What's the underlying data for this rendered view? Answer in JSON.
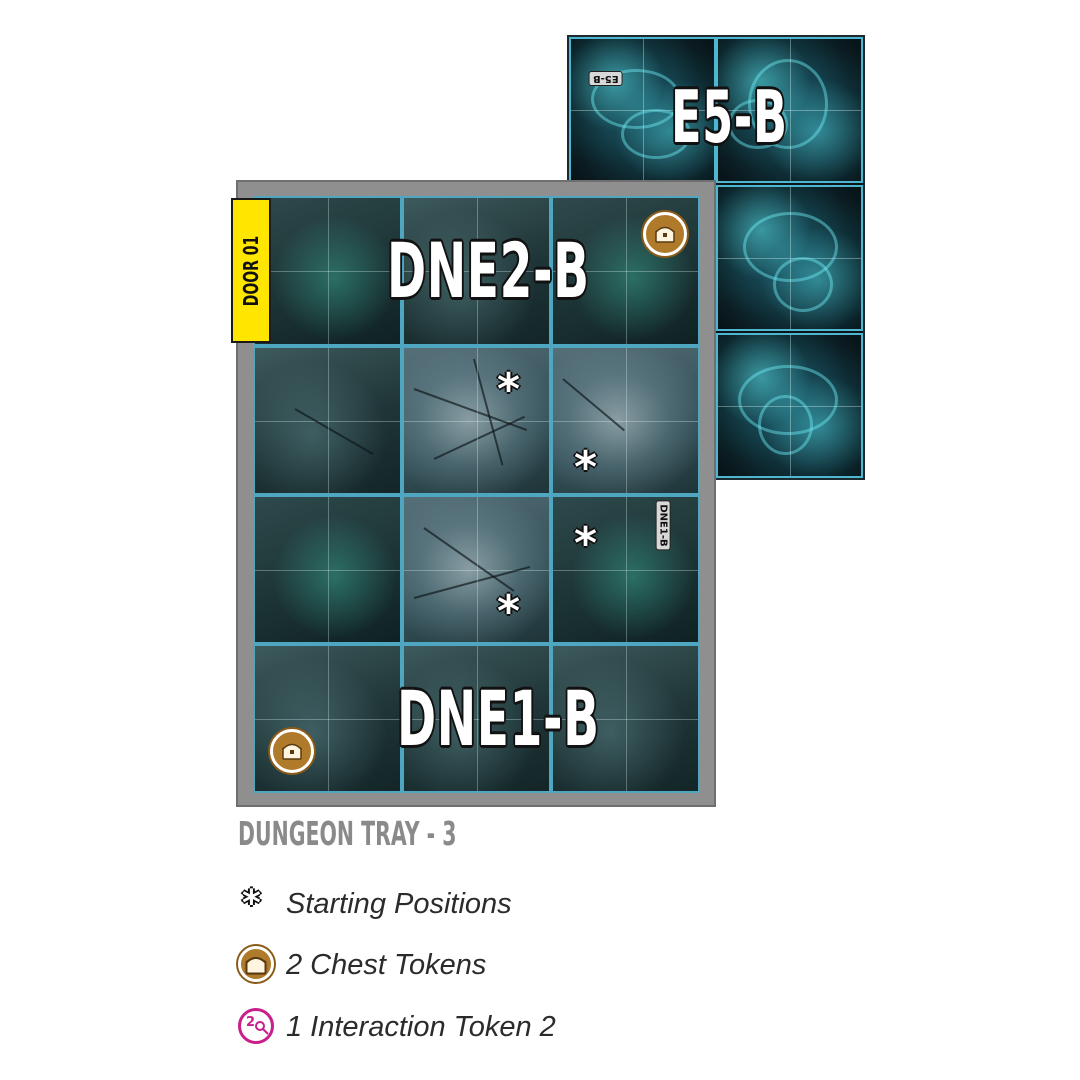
{
  "boards": {
    "e5_label": "E5-B",
    "e5_code": "E5-B",
    "dne2_label": "DNE2-B",
    "dne1_label": "DNE1-B",
    "dne1_code": "DNE1-B",
    "door_label": "DOOR 01",
    "start_symbol": "*"
  },
  "tray_title": "DUNGEON TRAY - 3",
  "legend": [
    {
      "icon": "starting-position-icon",
      "text": "Starting Positions"
    },
    {
      "icon": "chest-token-icon",
      "text": "2 Chest Tokens"
    },
    {
      "icon": "interaction-token-icon",
      "icon_label": "2",
      "text": "1 Interaction Token 2"
    }
  ],
  "colors": {
    "door": "#ffe600",
    "chest": "#b07a2b",
    "interaction": "#c81f8a",
    "tile_border": "#4fa6c1",
    "tray": "#8f8f8f"
  }
}
